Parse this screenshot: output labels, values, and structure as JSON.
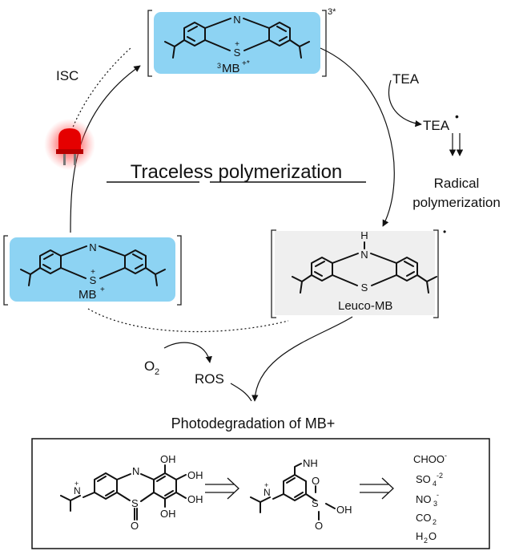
{
  "diagram": {
    "title": "Traceless polymerization",
    "triplet": {
      "label": "MB",
      "iso": "3",
      "sup": "+*",
      "charge": "3*"
    },
    "ground": {
      "label": "MB",
      "sup": "+"
    },
    "leuco": {
      "label": "Leuco-MB",
      "charge": "•"
    },
    "steps": {
      "isc": "ISC",
      "tea": "TEA",
      "tea_radical": "TEA",
      "tea_radical_mark": "•",
      "radical_line1": "Radical",
      "radical_line2": "polymerization",
      "o2": "O",
      "o2_sub": "2",
      "ros": "ROS",
      "photodeg": "Photodegradation of MB+"
    },
    "atoms": {
      "N": "N",
      "S": "S",
      "plus": "+",
      "H": "H",
      "O": "O",
      "OH": "OH",
      "NH": "NH"
    },
    "products": [
      {
        "base": "CHOO",
        "sub": "",
        "sup": "-"
      },
      {
        "base": "SO",
        "sub": "4",
        "sup": "-2"
      },
      {
        "base": "NO",
        "sub": "3",
        "sup": "-"
      },
      {
        "base": "CO",
        "sub": "2",
        "sup": ""
      },
      {
        "base": "H",
        "sub": "2",
        "sup": "O"
      }
    ],
    "colors": {
      "mb_box": "#8dd3f3",
      "leuco_box": "#efefef",
      "led_red": "#e50000",
      "led_glow": "#ff3b3b"
    },
    "icons": [
      "red-led-icon"
    ]
  }
}
